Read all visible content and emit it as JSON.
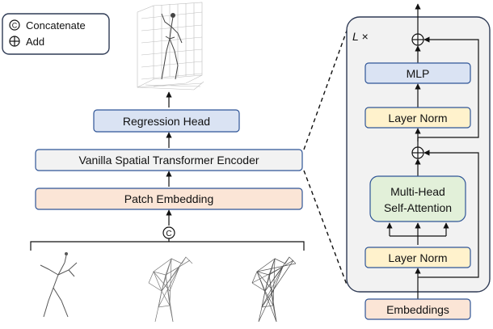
{
  "legend": {
    "concatenate_label": "Concatenate",
    "add_label": "Add",
    "concatenate_symbol": "C"
  },
  "left_pipeline": {
    "regression_head": "Regression Head",
    "encoder": "Vanilla Spatial Transformer Encoder",
    "patch_embedding": "Patch Embedding",
    "concat_symbol": "C"
  },
  "encoder_block": {
    "repeat_label": "L ×",
    "mlp": "MLP",
    "layer_norm_top": "Layer Norm",
    "attention_line1": "Multi-Head",
    "attention_line2": "Self-Attention",
    "layer_norm_bottom": "Layer Norm",
    "embeddings": "Embeddings"
  },
  "colors": {
    "blue_box": "#dae3f3",
    "gray_box": "#f2f2f2",
    "orange_box": "#fbe5d6",
    "yellow_box": "#fff2cc",
    "green_box": "#e2f0d9",
    "panel": "#f2f2f2",
    "stroke_blue": "#2f5597",
    "stroke_dark": "#333333"
  }
}
